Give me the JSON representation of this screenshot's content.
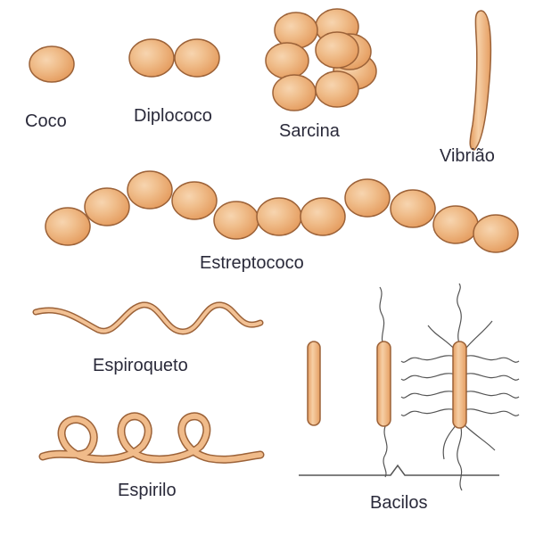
{
  "labels": {
    "coco": "Coco",
    "diplococo": "Diplococo",
    "sarcina": "Sarcina",
    "vibriao": "Vibrião",
    "estreptococo": "Estreptococo",
    "espiroqueto": "Espiroqueto",
    "espirilo": "Espirilo",
    "bacilos": "Bacilos"
  },
  "colors": {
    "cell_fill": "#e9a86e",
    "cell_highlight": "#f6d2ab",
    "cell_stroke": "#9c6238",
    "flagella": "#555555"
  }
}
